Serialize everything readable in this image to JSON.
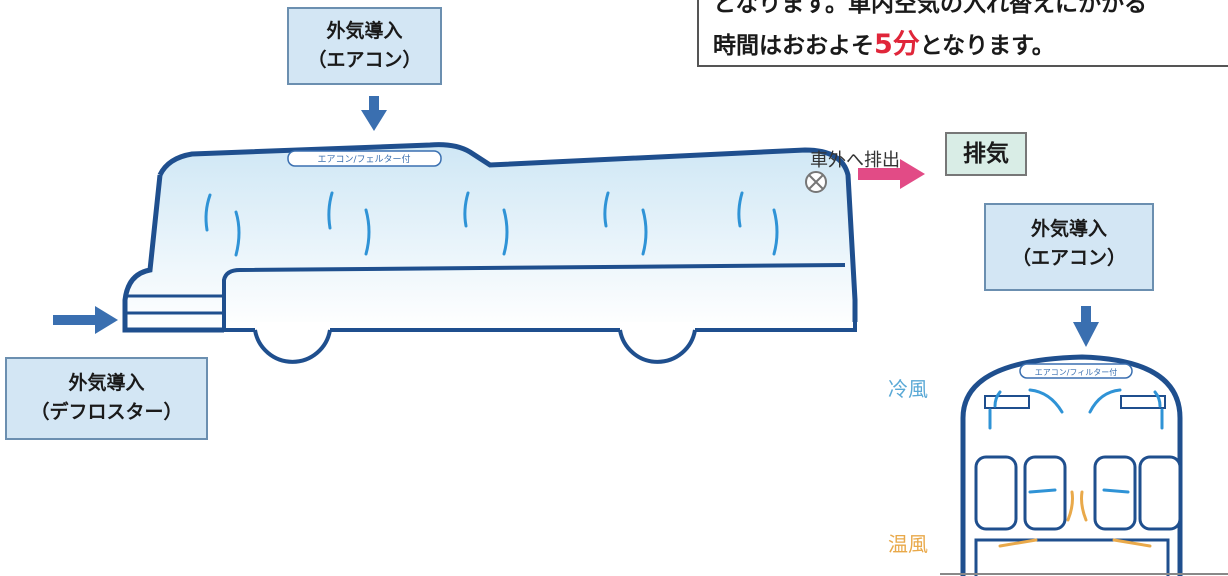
{
  "intake_top": {
    "line1": "外気導入",
    "line2": "（エアコン）"
  },
  "intake_right": {
    "line1": "外気導入",
    "line2": "（エアコン）"
  },
  "intake_left": {
    "line1": "外気導入",
    "line2": "（デフロスター）"
  },
  "note": {
    "line1": "となります。車内空気の入れ替えにかかる",
    "line2_prefix": "時間はおおよそ",
    "line2_highlight": "5分",
    "line2_suffix": "となります。"
  },
  "exhaust": {
    "text": "車外へ排出",
    "label": "排気"
  },
  "bus": {
    "filter_label": "エアコン/フェルター付"
  },
  "cross_section": {
    "filter_label": "エアコン/フィルター付",
    "cold_label": "冷風",
    "warm_label": "温風"
  },
  "colors": {
    "box_fill": "#d3e6f4",
    "bus_outline": "#1f4f8e",
    "intake_arrow": "#3a6fb0",
    "exhaust_arrow": "#e24b86",
    "airflow": "#2f93d6",
    "warm_airflow": "#e9a94a"
  }
}
